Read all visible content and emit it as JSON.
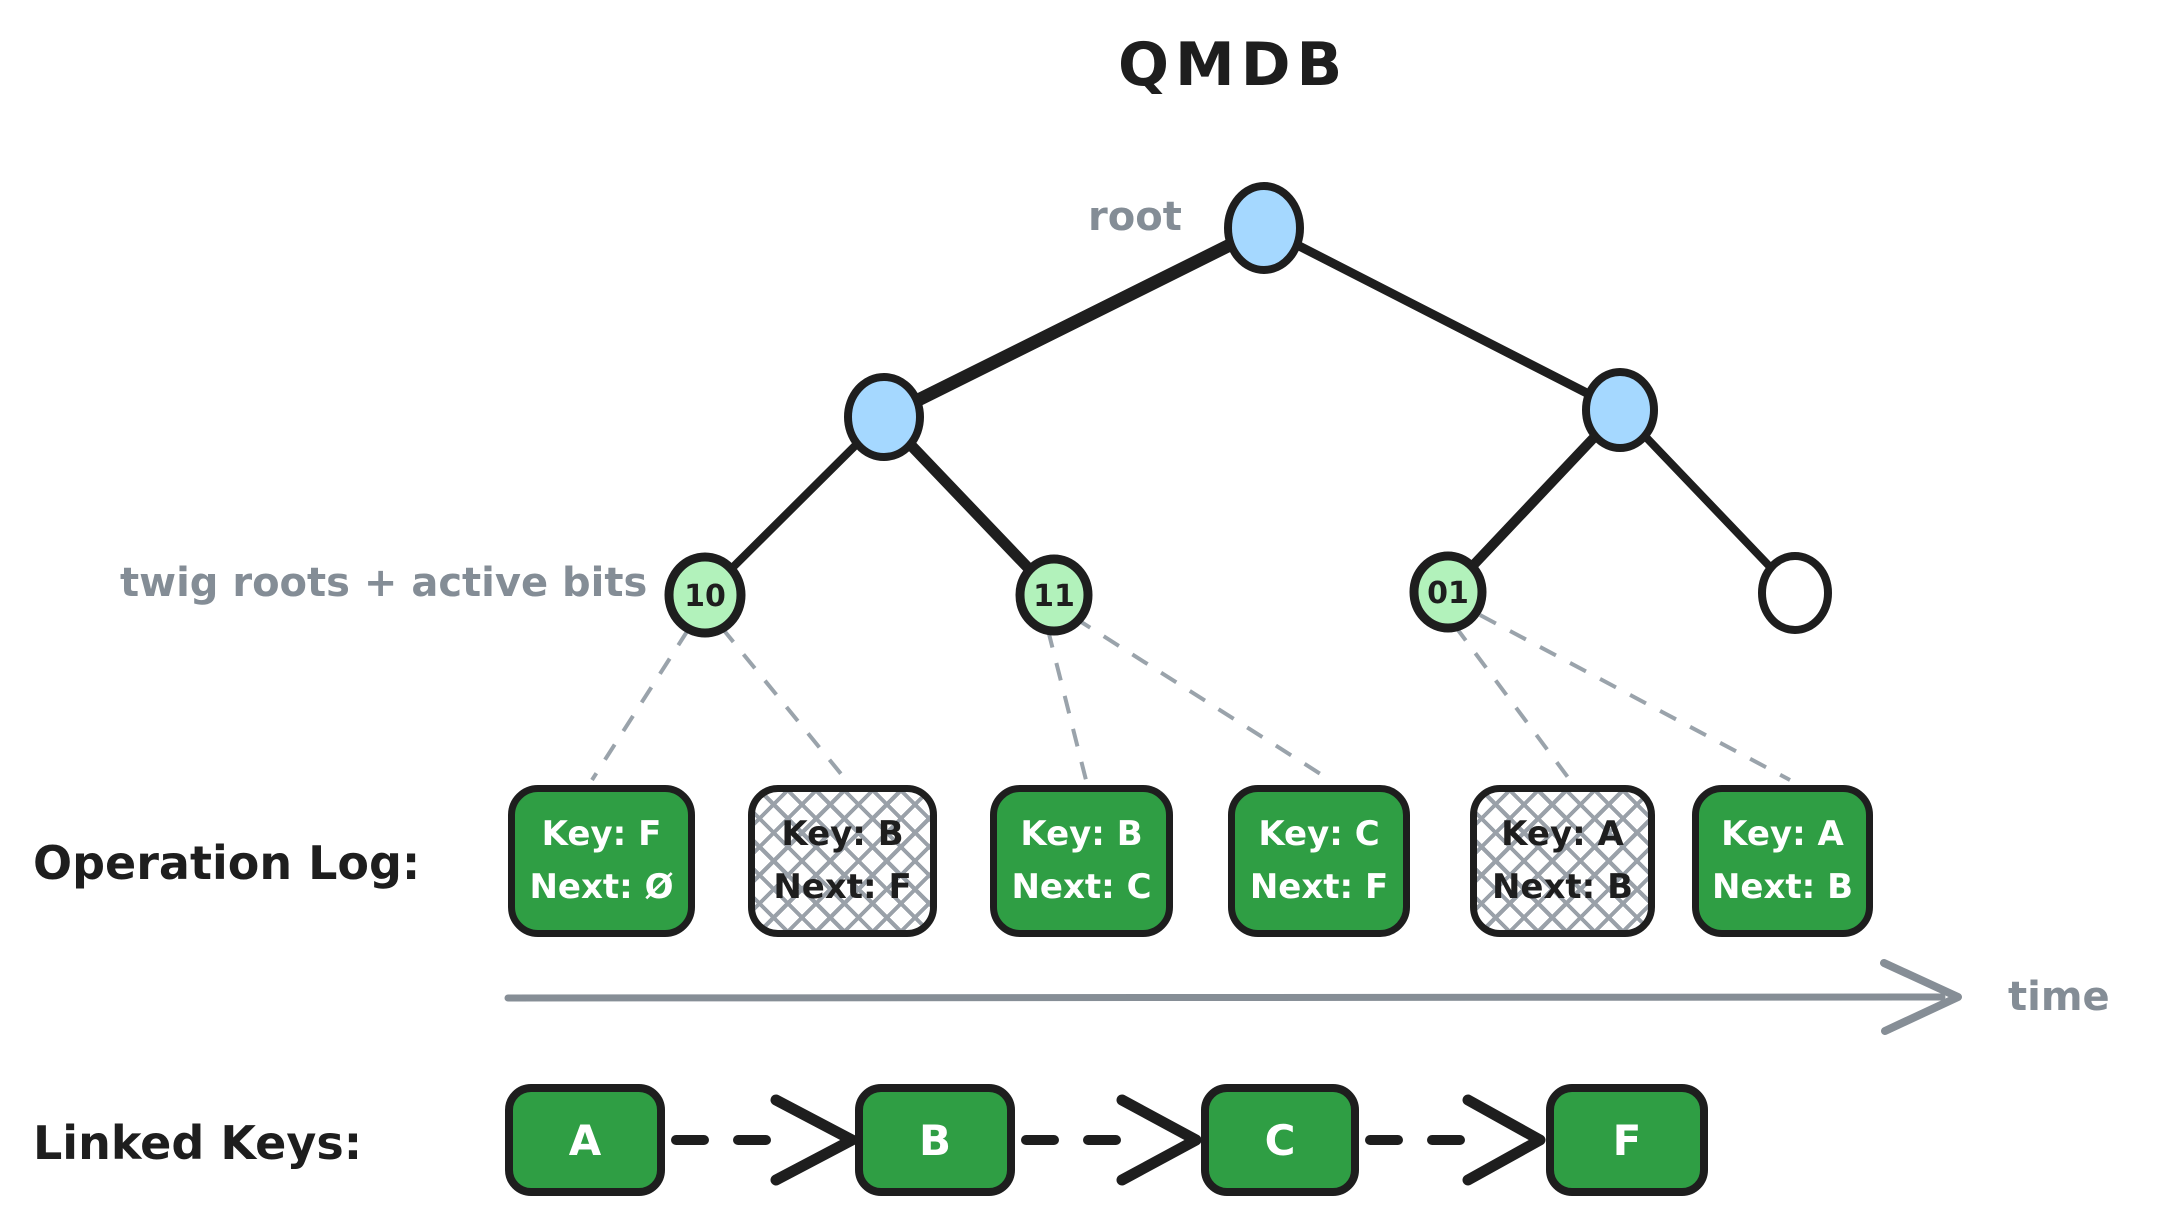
{
  "title": "QMDB",
  "colors": {
    "node_blue": "#a5d8ff",
    "twig_green": "#b2f2bb",
    "entry_green": "#2f9e44",
    "ink_black": "#1e1e1e",
    "label_gray": "#848d96",
    "hatch_gray": "#9aa1a9"
  },
  "tree": {
    "root_label": "root",
    "twig_label": "twig roots + active bits",
    "leaves": [
      {
        "label": "10"
      },
      {
        "label": "11"
      },
      {
        "label": "01"
      },
      {
        "label": ""
      }
    ]
  },
  "oplog": {
    "label": "Operation Log:",
    "entries": [
      {
        "key": "Key: F",
        "next": "Next: Ø",
        "state": "active"
      },
      {
        "key": "Key: B",
        "next": "Next: F",
        "state": "stale"
      },
      {
        "key": "Key: B",
        "next": "Next: C",
        "state": "active"
      },
      {
        "key": "Key: C",
        "next": "Next: F",
        "state": "active"
      },
      {
        "key": "Key: A",
        "next": "Next: B",
        "state": "stale"
      },
      {
        "key": "Key: A",
        "next": "Next: B",
        "state": "active"
      }
    ],
    "time_label": "time"
  },
  "linked_keys": {
    "label": "Linked Keys:",
    "keys": [
      "A",
      "B",
      "C",
      "F"
    ]
  }
}
